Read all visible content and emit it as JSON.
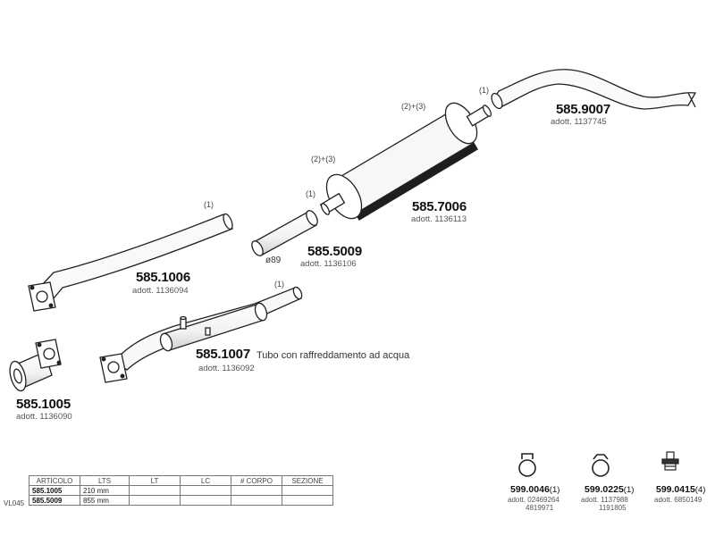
{
  "parts": {
    "p9007": {
      "number": "585.9007",
      "ref": "adott. 1137745",
      "note": "(1)"
    },
    "p7006": {
      "number": "585.7006",
      "ref": "adott. 1136113",
      "note_top": "(2)+(3)",
      "note_left": "(2)+(3)"
    },
    "p5009": {
      "number": "585.5009",
      "ref": "adott. 1136106",
      "note": "(1)",
      "diameter": "ø89"
    },
    "p1006": {
      "number": "585.1006",
      "ref": "adott. 1136094",
      "note": "(1)"
    },
    "p1007": {
      "number": "585.1007",
      "ref": "adott. 1136092",
      "note": "(1)",
      "description": "Tubo con raffreddamento ad acqua"
    },
    "p1005": {
      "number": "585.1005",
      "ref": "adott. 1136090"
    }
  },
  "accessories": [
    {
      "number": "599.0046",
      "qty": "(1)",
      "refs": [
        "adott. 02469264",
        "4819971"
      ]
    },
    {
      "number": "599.0225",
      "qty": "(1)",
      "refs": [
        "adott. 1137988",
        "1191805"
      ]
    },
    {
      "number": "599.0415",
      "qty": "(4)",
      "refs": [
        "adott. 6850149"
      ]
    }
  ],
  "spec_table": {
    "headers": [
      "ARTICOLO",
      "LTS",
      "LT",
      "LC",
      "# CORPO",
      "SEZIONE"
    ],
    "row_label": "VL045",
    "rows": [
      [
        "585.1005",
        "210 mm",
        "",
        "",
        "",
        ""
      ],
      [
        "585.5009",
        "855 mm",
        "",
        "",
        "",
        ""
      ]
    ]
  }
}
